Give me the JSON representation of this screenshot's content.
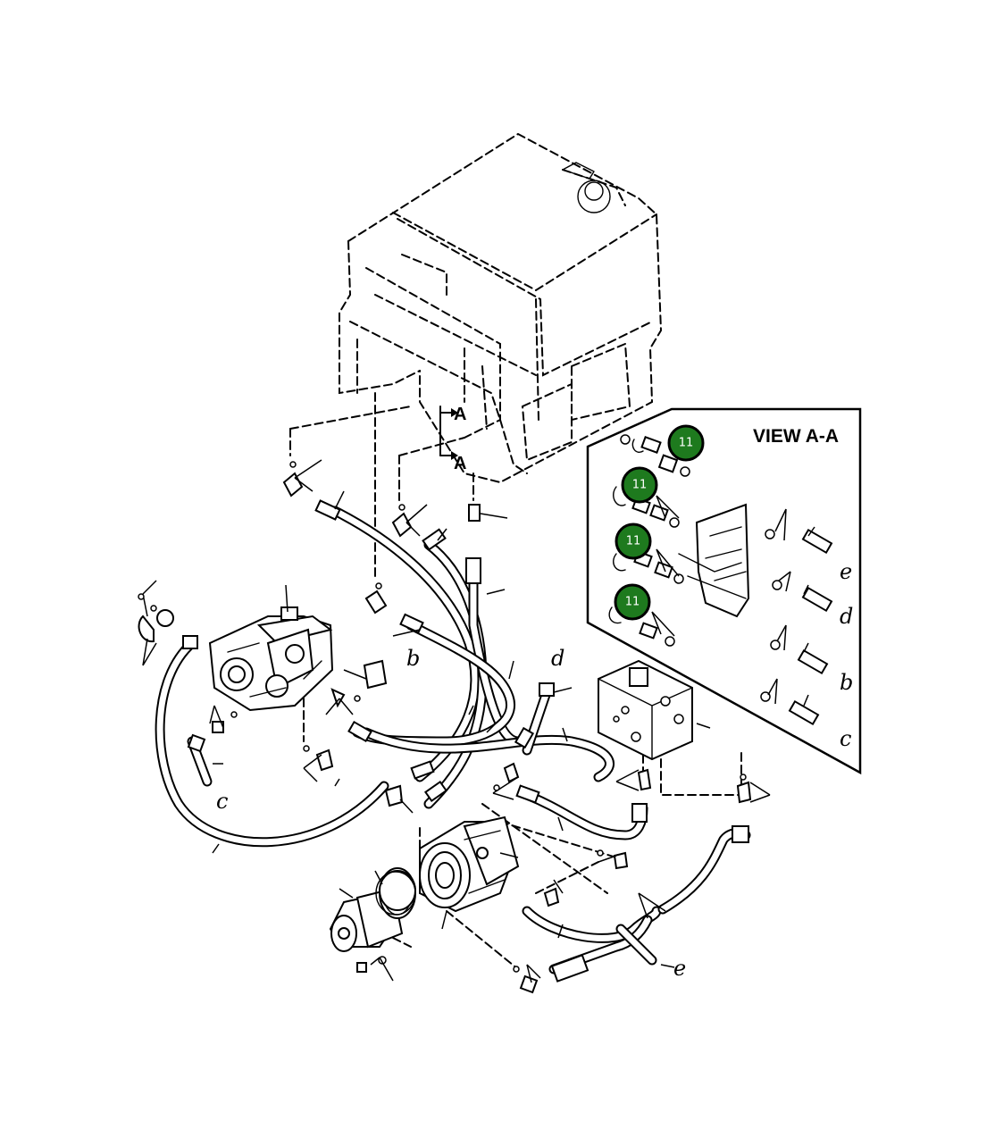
{
  "view_title": "VIEW A-A",
  "section_marks": [
    "A",
    "A"
  ],
  "highlight_callouts": [
    {
      "label": "11"
    },
    {
      "label": "11"
    },
    {
      "label": "11"
    },
    {
      "label": "11"
    }
  ],
  "hose_end_labels": {
    "main": [
      {
        "letter": "b"
      },
      {
        "letter": "c"
      },
      {
        "letter": "d"
      },
      {
        "letter": "e"
      }
    ],
    "view": [
      {
        "letter": "e"
      },
      {
        "letter": "d"
      },
      {
        "letter": "b"
      },
      {
        "letter": "c"
      }
    ]
  },
  "colors": {
    "highlight_fill": "#1e7a1e",
    "highlight_text": "#ffffff",
    "line": "#000000",
    "background": "#ffffff"
  }
}
